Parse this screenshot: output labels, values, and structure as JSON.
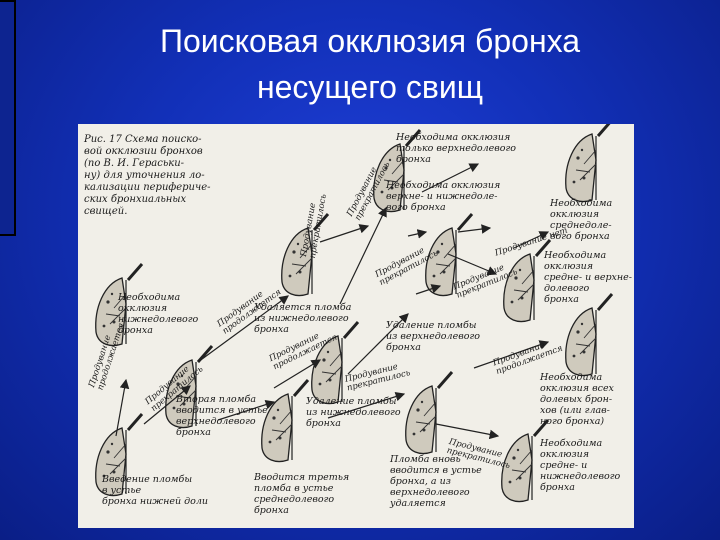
{
  "slide": {
    "title_line1": "Поисковая окклюзия бронха",
    "title_line2": "несущего свищ"
  },
  "figure": {
    "caption": "Рис. 17  Схема поиско-\nвой окклюзии бронхов\n(по В. И. Гераськи-\nну) для уточнения ло-\nкализации перифериче-\nских   бронхиальных\nсвищей.",
    "labels": {
      "upper_only": "Необходима окклюзия\nтолько верхнедолевого\nбронха",
      "upper_lower": "Необходима окклюзия\nверхне- и нижнедоле-\nвого бронха",
      "middle_lobe": "Необходима\nокклюзия\nсреднедоле-\nвого бронха",
      "middle_upper": "Необходима\nокклюзия\nсредне- и верхне-\nдолевого\nбронха",
      "lower_lobe": "Необходима\nокклюзия\nнижнедолевого\nбронха",
      "all_lobar": "Необходима\nокклюзия всех\nдолевых брон-\nхов (или глав-\nного бронха)",
      "middle_lower": "Необходима\nокклюзия\nсредне- и\nнижнедолевого\nбронха",
      "remove_plug_lower_1": "Удаляется пломба\nиз нижнедолевого\nбронха",
      "remove_plug_upper": "Удаление пломбы\nиз верхнедолевого\nбронха",
      "second_plug": "Вторая пломба\nвводится в устье\nверхнедолевого\nбронха",
      "remove_plug_lower_2": "Удаление пломбы\nиз нижнедолевого\nбронха",
      "first_plug": "Введение пломбы\nв устье\nбронха нижней доли",
      "third_plug": "Вводится третья\nпломба в устье\nсреднедолевого\nбронха",
      "plug_again": "Пломба вновь\nвводится в устье\nбронха, а из\nверхнедолевого\nудаляется",
      "fistula_persists": "Продувание\nпродолжается",
      "fistula_stopped": "Продувание\nпрекратилось",
      "fistula_persists_2": "Продувание\nпродолжается",
      "fistula_stopped_2": "Продувание\nпрекратилось",
      "fistula_persists_3": "Продувание\nпрекратилось",
      "fistula_stopped_3": "Продувание\nпрекратилось",
      "no_fistula": "Продувание нет",
      "fistula_stopped_4": "Продувание\nпрекратилось",
      "fistula_persists_4": "Продувание\nпродолжается",
      "fistula_stopped_5": "Продувание\nпрекратилось",
      "fistula_persists_5": "Продувание\nпродолжается",
      "fistula_stopped_6": "Продувание\nпрекратилось"
    }
  }
}
